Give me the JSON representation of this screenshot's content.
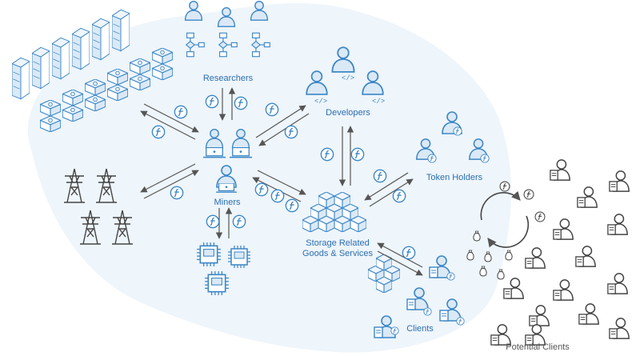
{
  "labels": {
    "researchers": "Researchers",
    "developers": "Developers",
    "miners": "Miners",
    "token_holders": "Token Holders",
    "storage_line1": "Storage Related",
    "storage_line2": "Goods & Services",
    "clients": "Clients",
    "potential_clients": "Potential Clients"
  },
  "colors": {
    "blue": "#3b86c6",
    "blue_light": "#dbe9f6",
    "blob": "#eef5fb",
    "gray": "#444444",
    "arrow": "#555555"
  },
  "icons": {
    "token": "filecoin-token-icon",
    "person": "person-icon",
    "server": "server-rack-icon",
    "tower": "power-tower-icon",
    "chip": "microchip-icon",
    "crate": "storage-crate-icon",
    "flowchart": "flowchart-icon",
    "moneybag": "money-bag-icon",
    "cycle": "cycle-arrows-icon"
  }
}
